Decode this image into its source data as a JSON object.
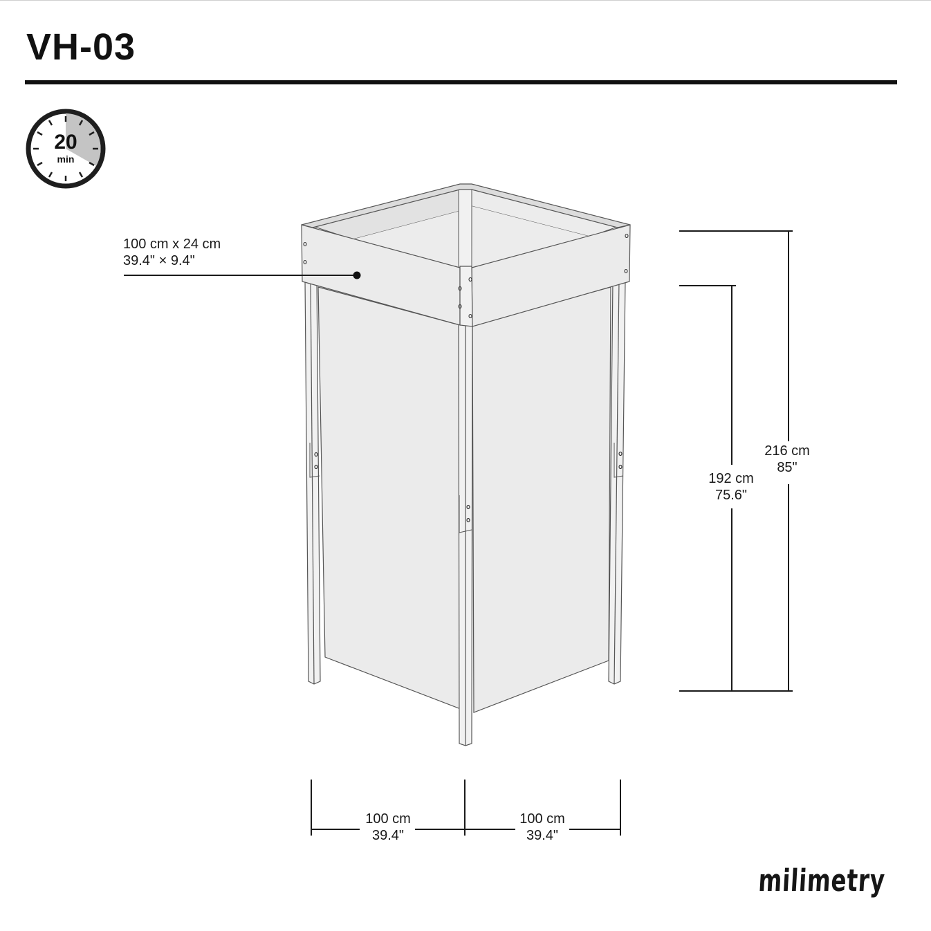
{
  "header": {
    "title": "VH-03"
  },
  "timer": {
    "value": "20",
    "unit": "min",
    "fill_color": "#c4c4c4",
    "ring_color": "#1e1e1e"
  },
  "callout": {
    "line1": "100 cm x 24 cm",
    "line2": "39.4\" × 9.4\""
  },
  "dimensions": {
    "height_total": {
      "cm": "216 cm",
      "in": "85\""
    },
    "height_body": {
      "cm": "192 cm",
      "in": "75.6\""
    },
    "width_left": {
      "cm": "100 cm",
      "in": "39.4\""
    },
    "width_right": {
      "cm": "100 cm",
      "in": "39.4\""
    }
  },
  "brand": {
    "name": "milimetry"
  },
  "colors": {
    "panel": "#ebebeb",
    "panel_top": "#e3e3e3",
    "outline": "#555555",
    "ink": "#1a1a1a"
  }
}
